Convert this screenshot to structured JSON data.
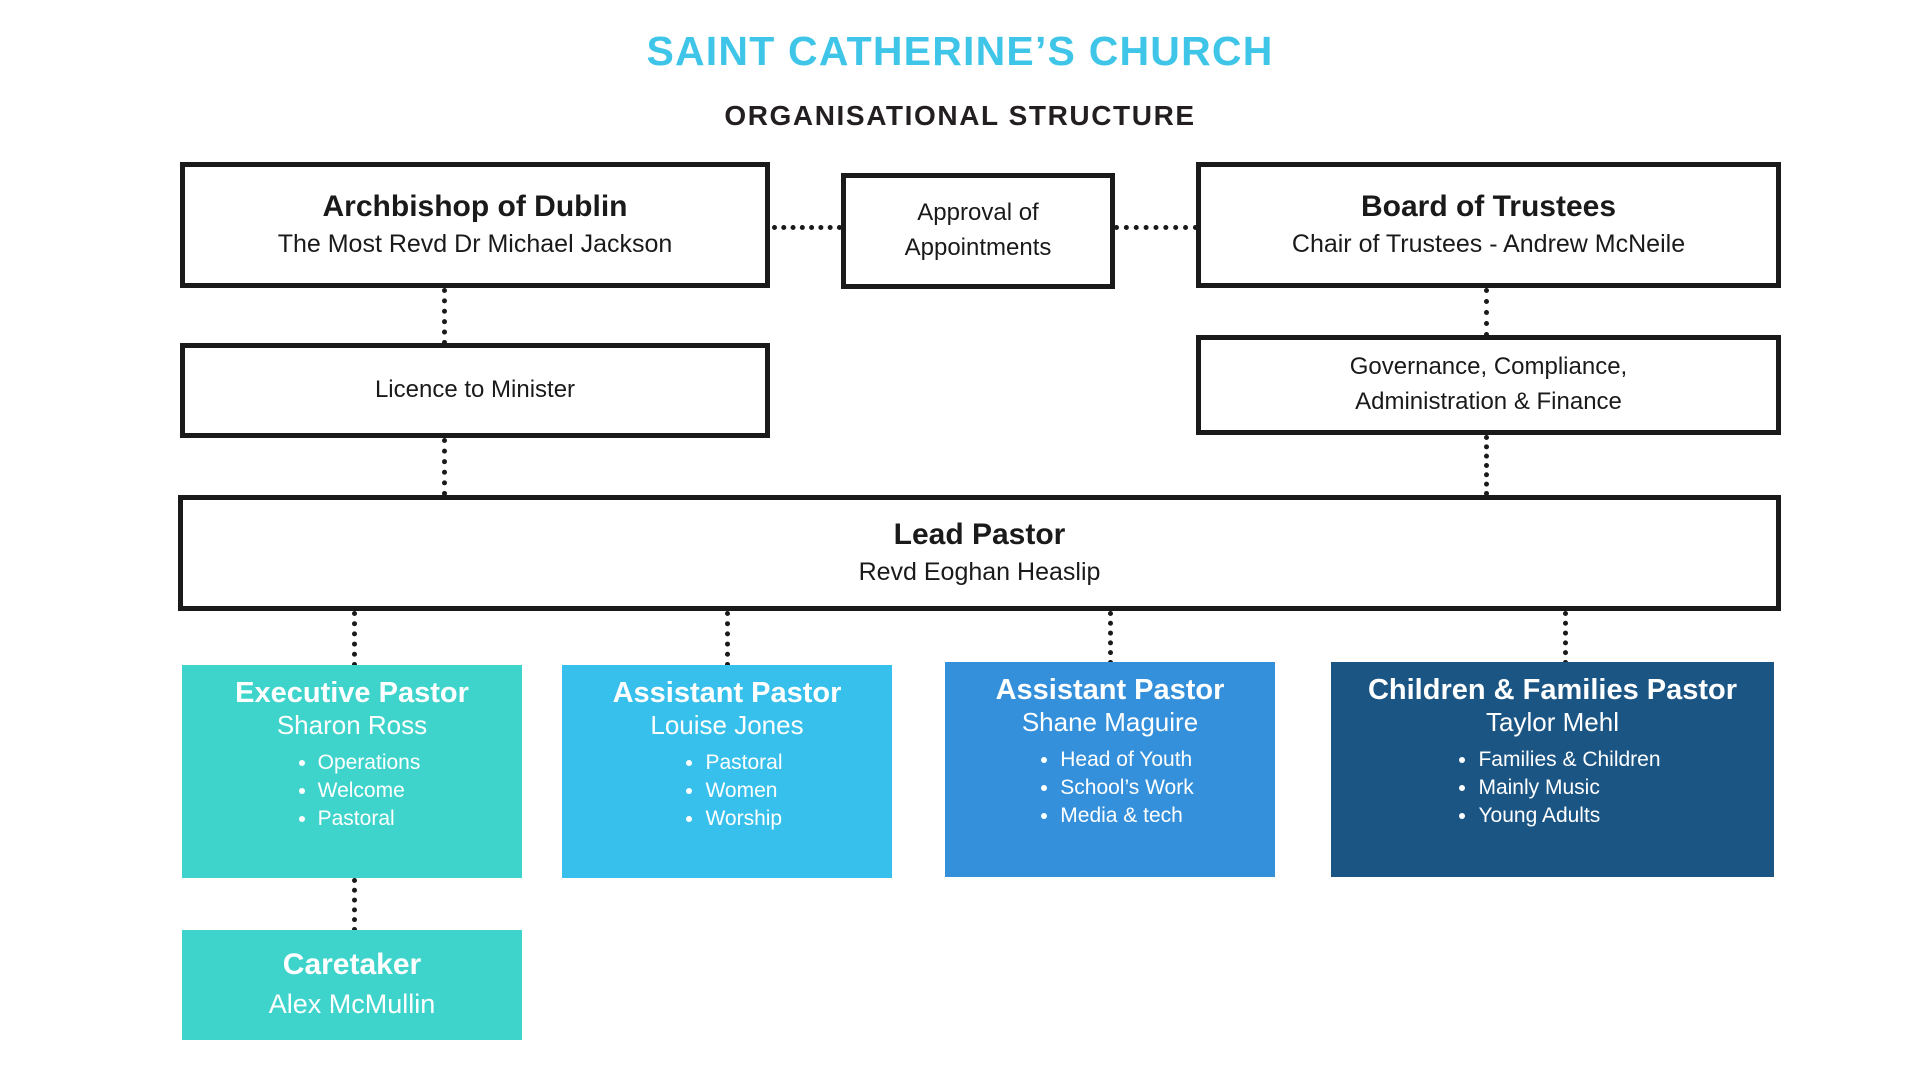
{
  "header": {
    "title": "SAINT CATHERINE’S CHURCH",
    "subtitle": "ORGANISATIONAL STRUCTURE"
  },
  "colors": {
    "title_accent": "#3fc5e8",
    "text_dark": "#1a1a1a",
    "teal": "#3ed4cb",
    "light_blue": "#38c0ec",
    "mid_blue": "#3490db",
    "dark_blue": "#1b5584",
    "background": "#ffffff"
  },
  "nodes": {
    "archbishop": {
      "title": "Archbishop of Dublin",
      "subtitle": "The Most Revd Dr Michael Jackson"
    },
    "approval": {
      "line1": "Approval of",
      "line2": "Appointments"
    },
    "trustees": {
      "title": "Board of Trustees",
      "subtitle": "Chair of Trustees - Andrew McNeile"
    },
    "licence": {
      "label": "Licence to Minister"
    },
    "governance": {
      "line1": "Governance, Compliance,",
      "line2": "Administration & Finance"
    },
    "lead_pastor": {
      "title": "Lead Pastor",
      "subtitle": "Revd Eoghan Heaslip"
    }
  },
  "staff_cards": [
    {
      "id": "executive-pastor",
      "role": "Executive Pastor",
      "person": "Sharon Ross",
      "color": "#3ed4cb",
      "duties": [
        "Operations",
        "Welcome",
        "Pastoral"
      ]
    },
    {
      "id": "assistant-pastor-louise",
      "role": "Assistant Pastor",
      "person": "Louise Jones",
      "color": "#38c0ec",
      "duties": [
        "Pastoral",
        "Women",
        "Worship"
      ]
    },
    {
      "id": "assistant-pastor-shane",
      "role": "Assistant Pastor",
      "person": "Shane Maguire",
      "color": "#3490db",
      "duties": [
        "Head of Youth",
        "School’s Work",
        "Media & tech"
      ]
    },
    {
      "id": "children-families-pastor",
      "role": "Children & Families Pastor",
      "person": "Taylor Mehl",
      "color": "#1b5584",
      "duties": [
        "Families & Children",
        "Mainly Music",
        "Young Adults"
      ]
    }
  ],
  "caretaker": {
    "role": "Caretaker",
    "person": "Alex McMullin",
    "color": "#3ed4cb"
  }
}
